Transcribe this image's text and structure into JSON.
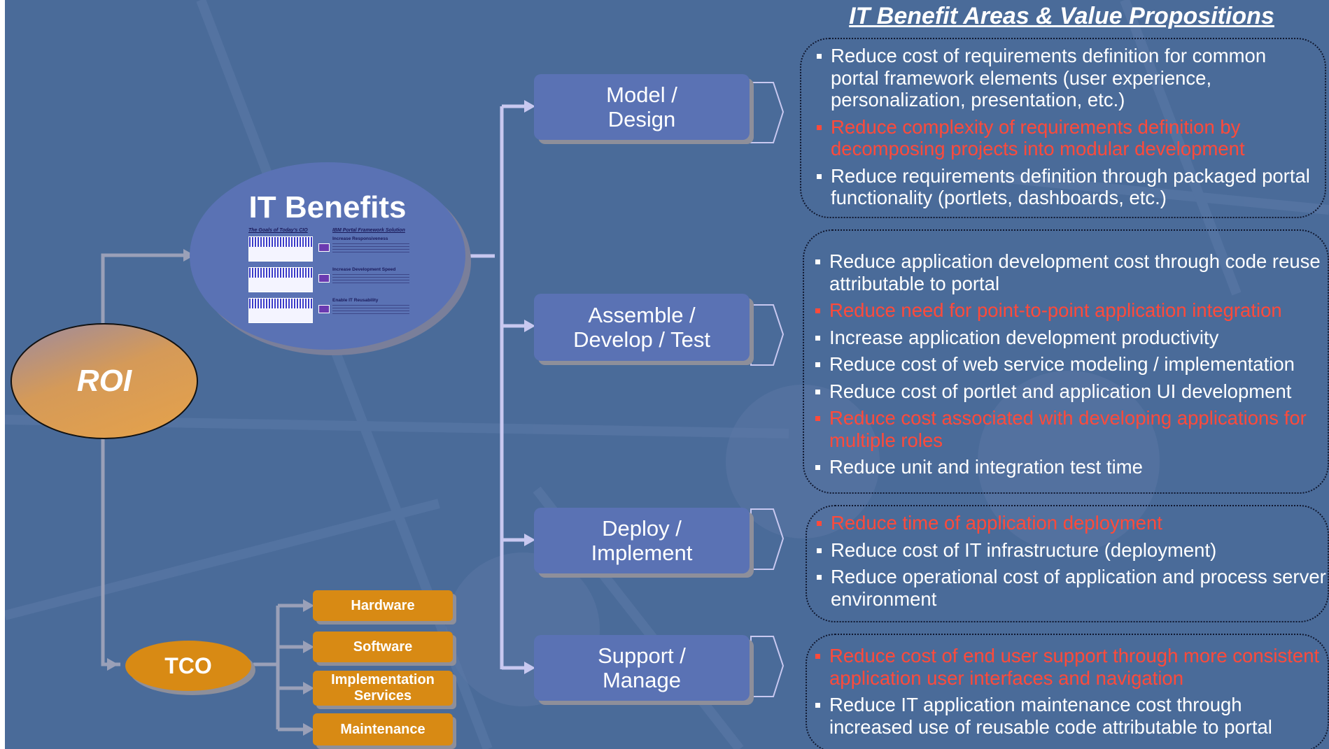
{
  "heading": "IT Benefit Areas & Value Propositions",
  "roi": "ROI",
  "it_benefits": {
    "title": "IT Benefits",
    "thumb_left_header": "The Goals of Today's CIO",
    "thumb_right_header": "IBM Portal Framework Solution",
    "thumb_rows": [
      {
        "title": "Increase Responsiveness"
      },
      {
        "title": "Increase Development Speed"
      },
      {
        "title": "Enable IT Reusability"
      }
    ]
  },
  "tco": {
    "label": "TCO",
    "items": [
      "Hardware",
      "Software",
      "Implementation Services",
      "Maintenance"
    ]
  },
  "phases": [
    {
      "label": "Model / Design",
      "benefits": [
        {
          "text": "Reduce cost of requirements definition for common portal framework elements (user experience, personalization, presentation, etc.)",
          "highlight": false
        },
        {
          "text": "Reduce complexity of requirements definition by decomposing projects into modular development",
          "highlight": true
        },
        {
          "text": "Reduce requirements definition through packaged portal functionality (portlets, dashboards, etc.)",
          "highlight": false
        }
      ]
    },
    {
      "label": "Assemble / Develop / Test",
      "benefits": [
        {
          "text": "Reduce application development cost through code reuse attributable to portal",
          "highlight": false
        },
        {
          "text": "Reduce need for point-to-point application integration",
          "highlight": true
        },
        {
          "text": "Increase application development productivity",
          "highlight": false
        },
        {
          "text": "Reduce cost of web service modeling / implementation",
          "highlight": false
        },
        {
          "text": "Reduce cost of portlet and application UI development",
          "highlight": false
        },
        {
          "text": "Reduce cost associated with developing applications for multiple roles",
          "highlight": true
        },
        {
          "text": "Reduce unit and integration test time",
          "highlight": false
        }
      ]
    },
    {
      "label": "Deploy / Implement",
      "benefits": [
        {
          "text": "Reduce time of application deployment",
          "highlight": true
        },
        {
          "text": "Reduce cost of IT infrastructure (deployment)",
          "highlight": false
        },
        {
          "text": "Reduce operational cost of application and process server environment",
          "highlight": false
        }
      ]
    },
    {
      "label": "Support / Manage",
      "benefits": [
        {
          "text": "Reduce cost of end user support through more consistent application user interfaces and navigation",
          "highlight": true
        },
        {
          "text": "Reduce IT application maintenance cost through increased use of reusable code attributable to portal",
          "highlight": false
        }
      ]
    }
  ],
  "colors": {
    "background": "#4a6b99",
    "highlight_text": "#ff4a3a",
    "phase_box": "#5a72b4",
    "tco_orange": "#d88a14",
    "connector": "#c8c8f0"
  }
}
